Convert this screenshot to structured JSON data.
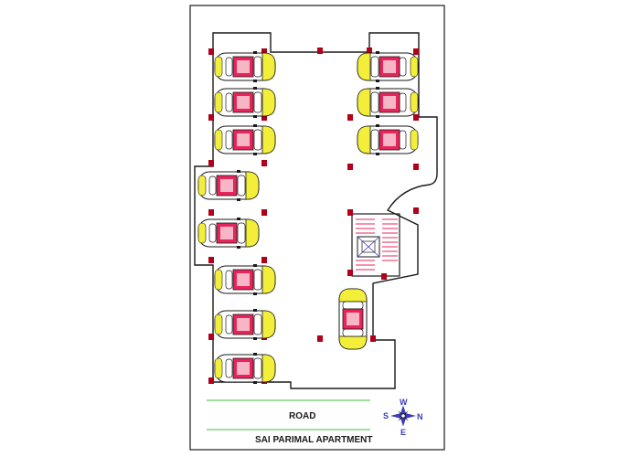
{
  "plan": {
    "road_label": "ROAD",
    "title": "SAI PARIMAL APARTMENT",
    "compass": {
      "north": "N",
      "south": "S",
      "east": "E",
      "west": "W"
    },
    "colors": {
      "car_body": "#e8245a",
      "car_light": "#f6b6c6",
      "car_front": "#f2ee3a",
      "wall": "#1a1a1a",
      "column": "#b0001a",
      "stair_lines": "#e8245a",
      "road_line": "#7fd37f",
      "compass": "#3a3ab8"
    },
    "cars": [
      {
        "id": "left-1",
        "orientation": "left"
      },
      {
        "id": "left-2",
        "orientation": "left"
      },
      {
        "id": "left-3",
        "orientation": "left"
      },
      {
        "id": "left-4",
        "orientation": "left"
      },
      {
        "id": "left-5",
        "orientation": "left"
      },
      {
        "id": "left-6",
        "orientation": "left"
      },
      {
        "id": "left-7",
        "orientation": "left"
      },
      {
        "id": "left-8",
        "orientation": "left"
      },
      {
        "id": "right-1",
        "orientation": "right"
      },
      {
        "id": "right-2",
        "orientation": "right"
      },
      {
        "id": "right-3",
        "orientation": "right"
      },
      {
        "id": "center-1",
        "orientation": "down"
      }
    ]
  }
}
